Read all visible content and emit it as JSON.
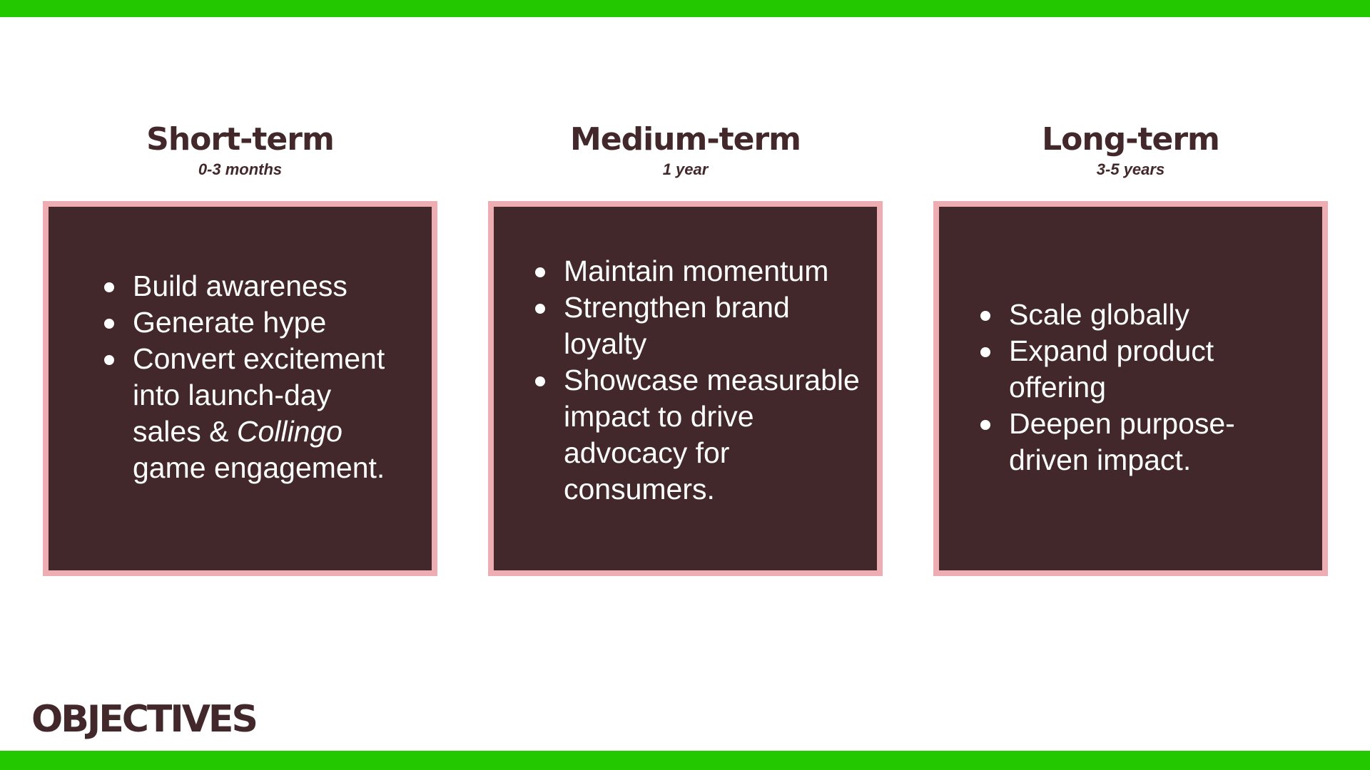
{
  "colors": {
    "accent_bar": "#24c800",
    "card_fill": "#43282b",
    "card_border": "#eeacb3",
    "heading_text": "#43282b",
    "card_text": "#ffffff"
  },
  "columns": [
    {
      "title": "Short-term",
      "subtitle": "0-3 months",
      "items": [
        "Build awareness",
        "Generate hype",
        "Convert excitement into launch-day sales & Collingo game engagement."
      ],
      "item3_parts": {
        "before": "Convert excitement into launch-day sales & ",
        "emphasis": "Collingo",
        "after": " game engagement."
      }
    },
    {
      "title": "Medium-term",
      "subtitle": "1 year",
      "items": [
        "Maintain momentum",
        "Strengthen brand loyalty",
        "Showcase measurable impact to drive advocacy for consumers."
      ]
    },
    {
      "title": "Long-term",
      "subtitle": "3-5 years",
      "items": [
        "Scale globally",
        "Expand product offering",
        "Deepen purpose-driven impact."
      ]
    }
  ],
  "footer": {
    "heading": "OBJECTIVES"
  }
}
